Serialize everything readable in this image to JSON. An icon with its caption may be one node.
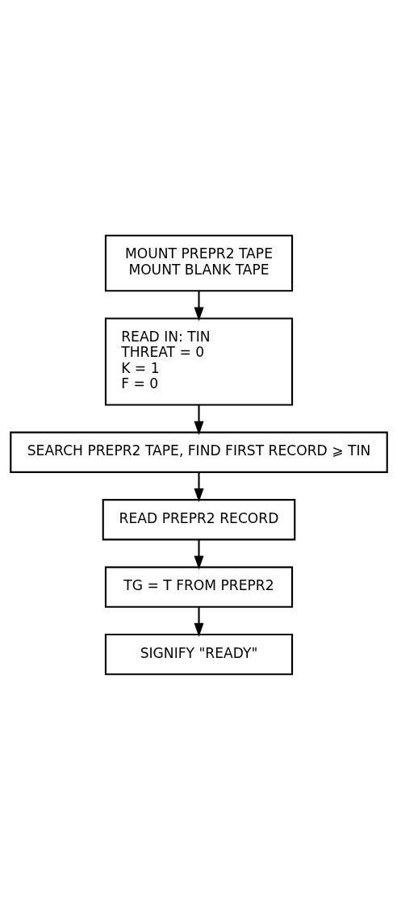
{
  "diagram": {
    "nodes": [
      {
        "text": [
          "MOUNT PREPR2 TAPE",
          "MOUNT BLANK TAPE"
        ]
      },
      {
        "text": [
          "READ IN: TIN",
          "THREAT = 0",
          "K = 1",
          "F = 0"
        ]
      },
      {
        "text": [
          "SEARCH PREPR2 TAPE, FIND FIRST RECORD ⩾ TIN"
        ]
      },
      {
        "text": [
          "READ PREPR2 RECORD"
        ]
      },
      {
        "text": [
          "TG = T FROM PREPR2"
        ]
      },
      {
        "text": [
          "SIGNIFY \"READY\""
        ]
      }
    ],
    "edges": [
      {
        "from": 0,
        "to": 1,
        "arrow": "to"
      },
      {
        "from": 1,
        "to": 2,
        "arrow": "to"
      },
      {
        "from": 2,
        "to": 3,
        "arrow": "to"
      },
      {
        "from": 3,
        "to": 4,
        "arrow": "to"
      },
      {
        "from": 4,
        "to": 5,
        "arrow": "to"
      }
    ]
  }
}
